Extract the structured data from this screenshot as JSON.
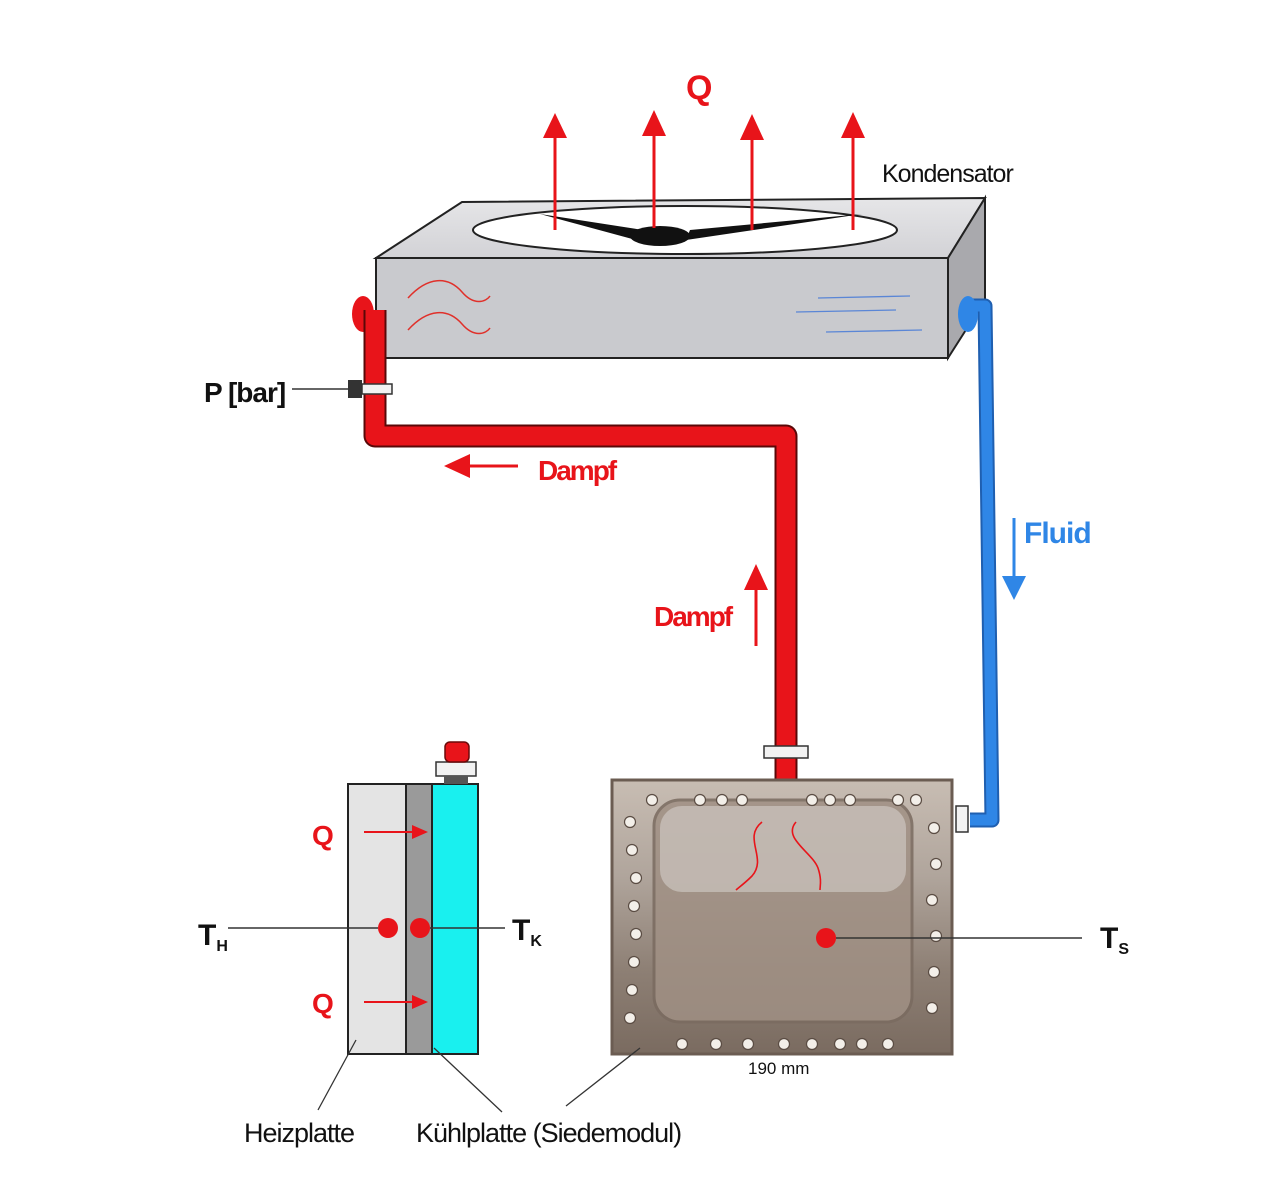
{
  "labels": {
    "heat_top": "Q",
    "condenser": "Kondensator",
    "pressure": "P [bar]",
    "vapor_horizontal": "Dampf",
    "vapor_vertical": "Dampf",
    "fluid": "Fluid",
    "heat_in_upper": "Q",
    "heat_in_lower": "Q",
    "temp_heater_main": "T",
    "temp_heater_sub": "H",
    "temp_cooler_main": "T",
    "temp_cooler_sub": "K",
    "temp_module_main": "T",
    "temp_module_sub": "S",
    "dimension": "190 mm",
    "heater_plate": "Heizplatte",
    "cooling_plate": "Kühlplatte (Siedemodul)"
  },
  "colors": {
    "vapor": "#e8141a",
    "fluid": "#2f86e6",
    "condenser_body": "#cdced2",
    "cooler_plate": "#19f0ef",
    "heater_plate": "#e4e4e4",
    "module_metal": "#9b8f86"
  }
}
